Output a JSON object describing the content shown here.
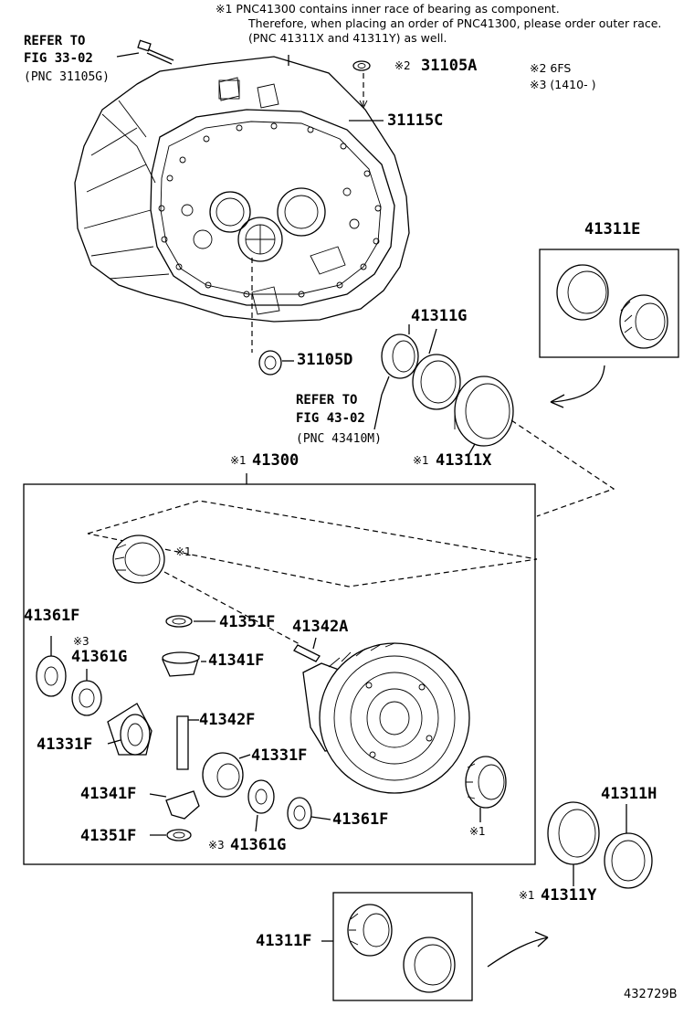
{
  "notes": {
    "line1": "※1 PNC41300 contains inner race of bearing as component.",
    "line2": "Therefore, when placing an order of PNC41300, please order outer race.",
    "line3": "(PNC 41311X and 41311Y) as well.",
    "mark2": "※2 6FS",
    "mark3": "※3 (1410‐      )"
  },
  "references": {
    "fig33_line1": "REFER TO",
    "fig33_line2": "FIG 33-02",
    "fig33_line3": "(PNC 31105G)",
    "fig43_line1": "REFER TO",
    "fig43_line2": "FIG 43-02",
    "fig43_line3": "(PNC 43410M)"
  },
  "parts": {
    "p31105A_mark": "※2",
    "p31105A": "31105A",
    "p31115C": "31115C",
    "p31105D": "31105D",
    "p41311G": "41311G",
    "p41311E": "41311E",
    "p41311X_mark": "※1",
    "p41311X": "41311X",
    "p41300_mark": "※1",
    "p41300": "41300",
    "bearing_mark_top": "※1",
    "p41361F_a": "41361F",
    "p41361G_a_mark": "※3",
    "p41361G_a": "41361G",
    "p41351F_a": "41351F",
    "p41342A": "41342A",
    "p41341F_a": "41341F",
    "p41342F": "41342F",
    "p41331F_a": "41331F",
    "p41331F_b": "41331F",
    "p41341F_b": "41341F",
    "p41351F_b": "41351F",
    "p41361G_b_mark": "※3",
    "p41361G_b": "41361G",
    "p41361F_b": "41361F",
    "bearing_mark_bottom": "※1",
    "p41311H": "41311H",
    "p41311Y_mark": "※1",
    "p41311Y": "41311Y",
    "p41311F": "41311F"
  },
  "figure_code": "432729B"
}
